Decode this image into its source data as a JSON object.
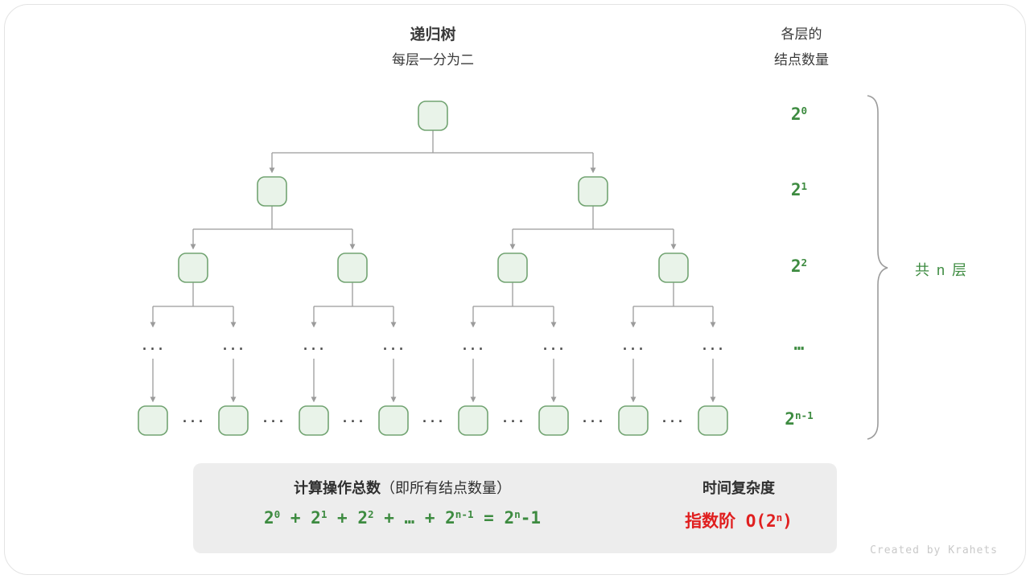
{
  "header": {
    "title": "递归树",
    "subtitle": "每层一分为二",
    "right_title": "各层的",
    "right_subtitle": "结点数量"
  },
  "tree": {
    "ellipsis": "...",
    "levels": [
      {
        "t": "2",
        "s": "0"
      },
      {
        "t": "2",
        "s": "1"
      },
      {
        "t": "2",
        "s": "2"
      },
      {
        "t": "…"
      },
      {
        "t": "2",
        "s": "n-1"
      }
    ],
    "brace_label": "共 n 层"
  },
  "summary": {
    "title_bold": "计算操作总数",
    "title_normal": "（即所有结点数量）",
    "formula": [
      {
        "t": "2",
        "s": "0"
      },
      {
        "t": " + "
      },
      {
        "t": "2",
        "s": "1"
      },
      {
        "t": " + "
      },
      {
        "t": "2",
        "s": "2"
      },
      {
        "t": " + "
      },
      {
        "t": "…"
      },
      {
        "t": " + "
      },
      {
        "t": "2",
        "s": "n-1"
      },
      {
        "t": " = "
      },
      {
        "t": "2",
        "s": "n"
      },
      {
        "t": "-1"
      }
    ],
    "right_title": "时间复杂度",
    "complexity": [
      {
        "t": "指数阶 O(2",
        "s": "n"
      },
      {
        "t": ")"
      }
    ]
  },
  "credit": "Created by Krahets",
  "colors": {
    "green_text": "#3d8b40",
    "red_text": "#e01f1f",
    "node_fill": "#e9f3e9",
    "node_border": "#72a472",
    "arrow_gray": "#9b9b9b",
    "flow_arrow": "#b9b9b9",
    "panel_bg": "#ededed",
    "credit_gray": "#c9c9c9"
  }
}
